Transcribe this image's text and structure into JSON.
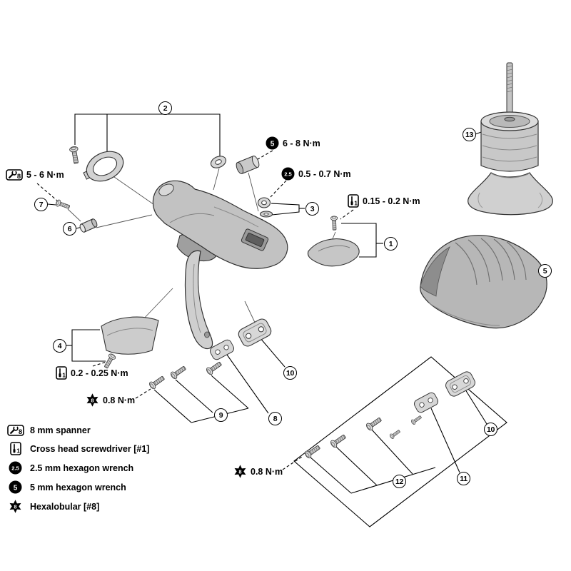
{
  "diagram": {
    "callouts": [
      {
        "label": "1"
      },
      {
        "label": "2"
      },
      {
        "label": "3"
      },
      {
        "label": "4"
      },
      {
        "label": "5"
      },
      {
        "label": "6"
      },
      {
        "label": "7"
      },
      {
        "label": "8"
      },
      {
        "label": "9"
      },
      {
        "label": "10"
      },
      {
        "label": "11"
      },
      {
        "label": "12"
      },
      {
        "label": "13"
      }
    ],
    "torques": [
      {
        "tool": "8 mm spanner",
        "text": "5 - 6 N·m"
      },
      {
        "tool": "5 mm hexagon wrench",
        "text": "6 - 8 N·m"
      },
      {
        "tool": "2.5 mm hexagon wrench",
        "text": "0.5 - 0.7 N·m"
      },
      {
        "tool": "Cross head screwdriver [#1]",
        "text": "0.15 - 0.2 N·m"
      },
      {
        "tool": "Cross head screwdriver [#1]",
        "text": "0.2 - 0.25 N·m"
      },
      {
        "tool": "Hexalobular [#8]",
        "text": "0.8 N·m"
      },
      {
        "tool": "Hexalobular [#8]",
        "text": "0.8 N·m"
      }
    ]
  },
  "tools": {
    "spanner": {
      "num": "8"
    },
    "phillips": {
      "num": "1"
    },
    "hex25": {
      "num": "2.5"
    },
    "hex5": {
      "num": "5"
    },
    "hexalobular": {
      "num": "8"
    }
  },
  "legend": {
    "items": [
      {
        "icon": "spanner-8",
        "label": "8 mm spanner"
      },
      {
        "icon": "cross-head-screwdriver-1",
        "label": "Cross head screwdriver [#1]"
      },
      {
        "icon": "hex-wrench-2.5",
        "label": "2.5 mm hexagon wrench"
      },
      {
        "icon": "hex-wrench-5",
        "label": "5 mm hexagon wrench"
      },
      {
        "icon": "hexalobular-8",
        "label": "Hexalobular [#8]"
      }
    ]
  },
  "colors": {
    "line": "#000000",
    "part_fill": "#c8c8c8",
    "part_dark": "#8d8d8d",
    "background": "#ffffff"
  }
}
